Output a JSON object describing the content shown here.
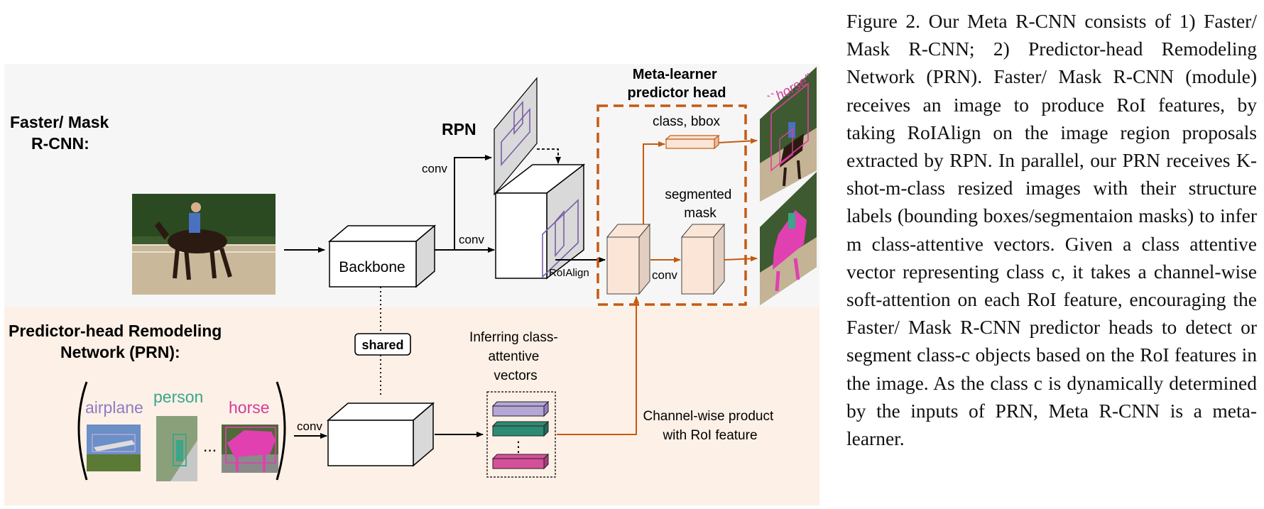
{
  "figure": {
    "labels": {
      "faster_mask_line1": "Faster/ Mask",
      "faster_mask_line2": "R-CNN:",
      "prn_line1": "Predictor-head Remodeling",
      "prn_line2": "Network (PRN):",
      "rpn": "RPN",
      "backbone": "Backbone",
      "conv": "conv",
      "roialign": "RoIAlign",
      "meta_learner_line1": "Meta-learner",
      "meta_learner_line2": "predictor head",
      "class_bbox": "class, bbox",
      "segmented": "segmented",
      "mask": "mask",
      "shared": "shared",
      "inferring_line1": "Inferring class-",
      "inferring_line2": "attentive",
      "inferring_line3": "vectors",
      "channelwise_line1": "Channel-wise product",
      "channelwise_line2": "with RoI feature",
      "horse_quote": "``horse\"",
      "class_airplane": "airplane",
      "class_person": "person",
      "class_horse": "horse",
      "ellipsis": "...",
      "vdots": "⋮"
    },
    "colors": {
      "top_bg": "#f6f6f6",
      "bottom_bg": "#fdf0e6",
      "orange": "#c55a11",
      "feature_fill": "#fbe5d6",
      "vec_purple": "#b4a7d6",
      "vec_teal": "#2e8b73",
      "vec_pink": "#d5509a",
      "airplane_text": "#8e7cc3",
      "person_text": "#3aa58a",
      "horse_text": "#d13d9a"
    }
  },
  "caption": {
    "label": "Figure 2.",
    "text": "Our Meta R-CNN consists of 1) Faster/ Mask R-CNN; 2) Predictor-head Re­modeling Network (PRN). Faster/ Mask R-CNN (module) receives an image to produce RoI features, by taking RoIAlign on the im­age region proposals extracted by RPN. In parallel, our PRN receives K-shot-m-class resized images with their structure labels (bounding boxes/segmentaion masks) to infer m class-attentive vectors. Given a class at­tentive vector representing class c, it takes a channel-wise soft-attention on each RoI fea­ture, encouraging the Faster/ Mask R-CNN predictor heads to detect or segment class-c objects based on the RoI features in the im­age. As the class c is dynamically determined by the inputs of PRN, Meta R-CNN is a meta-learner."
  }
}
